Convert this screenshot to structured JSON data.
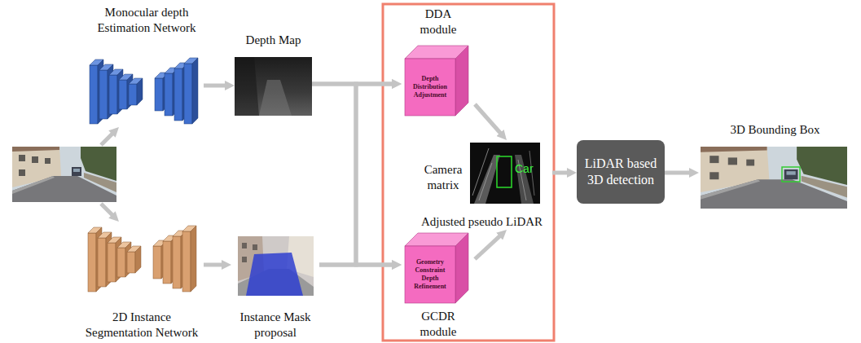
{
  "diagram": {
    "nodes": [
      {
        "text": [
          "Monocular depth Estimation Network"
        ]
      },
      {
        "text": [
          "Depth Map"
        ]
      },
      {
        "text": [
          "2D Instance Segmentation Network"
        ]
      },
      {
        "text": [
          "Instance Mask proposal"
        ]
      },
      {
        "text": [
          "DDA module",
          "Depth Distribution Adjustment"
        ]
      },
      {
        "text": [
          "Adjusted pseudo LiDAR"
        ]
      },
      {
        "text": [
          "Geometry Constraint Depth Refinement",
          "GCDR module"
        ]
      },
      {
        "text": [
          "LiDAR based 3D detection"
        ]
      },
      {
        "text": [
          "3D Bounding Box"
        ]
      }
    ],
    "edges": [
      {
        "from": 0,
        "to": 1,
        "arrow": "to"
      },
      {
        "from": 1,
        "to": 4,
        "arrow": "to"
      },
      {
        "from": 1,
        "to": 6,
        "arrow": "to"
      },
      {
        "from": 2,
        "to": 3,
        "arrow": "to"
      },
      {
        "from": 3,
        "to": 4,
        "arrow": "to"
      },
      {
        "from": 3,
        "to": 6,
        "arrow": "to"
      },
      {
        "from": 4,
        "to": 5,
        "arrow": "to"
      },
      {
        "from": 6,
        "to": 5,
        "arrow": "to"
      },
      {
        "from": 5,
        "to": 7,
        "arrow": "to"
      },
      {
        "from": 7,
        "to": 8,
        "arrow": "to"
      }
    ],
    "labels": [
      "Camera matrix",
      "Car"
    ]
  }
}
